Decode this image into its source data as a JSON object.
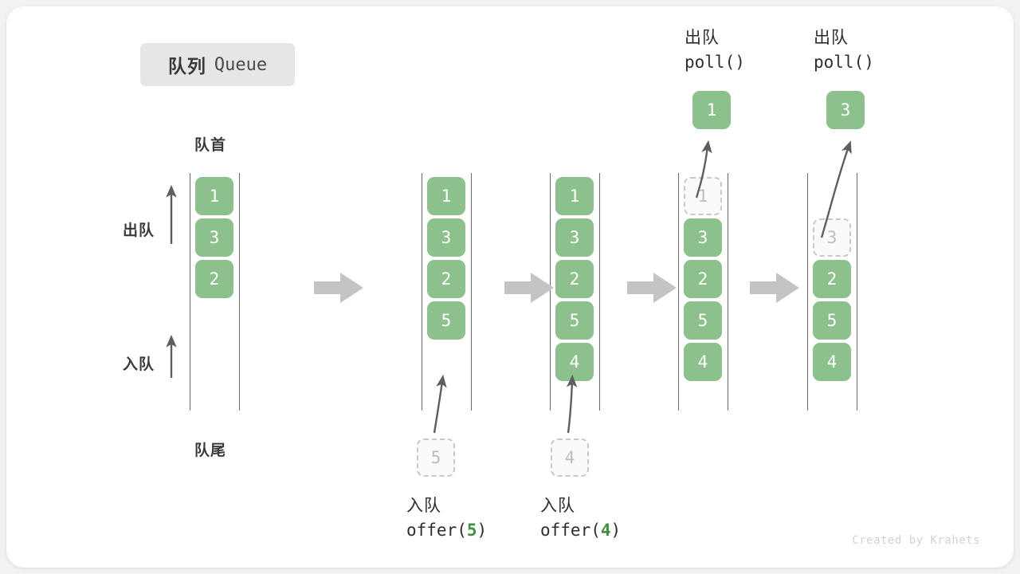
{
  "title": {
    "cn": "队列",
    "en": "Queue"
  },
  "labels": {
    "head": "队首",
    "tail": "队尾",
    "dequeue": "出队",
    "enqueue": "入队"
  },
  "colors": {
    "cell_fill": "#8cc08c",
    "cell_text": "#ffffff",
    "ghost_border": "#c9c9c9",
    "ghost_text": "#bdbdbd",
    "rail": "#6b6b6b",
    "step_arrow": "#c4c4c4",
    "accent_arg": "#3f8f45",
    "badge_bg": "#e6e6e6",
    "card_bg": "#ffffff",
    "page_bg": "#f2f2f2"
  },
  "columns": [
    {
      "id": "state-initial",
      "cells": [
        {
          "value": "1",
          "state": "filled"
        },
        {
          "value": "3",
          "state": "filled"
        },
        {
          "value": "2",
          "state": "filled"
        }
      ]
    },
    {
      "id": "state-after-offer-5",
      "cells": [
        {
          "value": "1",
          "state": "filled"
        },
        {
          "value": "3",
          "state": "filled"
        },
        {
          "value": "2",
          "state": "filled"
        },
        {
          "value": "5",
          "state": "filled"
        }
      ]
    },
    {
      "id": "state-after-offer-4",
      "cells": [
        {
          "value": "1",
          "state": "filled"
        },
        {
          "value": "3",
          "state": "filled"
        },
        {
          "value": "2",
          "state": "filled"
        },
        {
          "value": "5",
          "state": "filled"
        },
        {
          "value": "4",
          "state": "filled"
        }
      ]
    },
    {
      "id": "state-poll-1",
      "cells": [
        {
          "value": "1",
          "state": "ghost"
        },
        {
          "value": "3",
          "state": "filled"
        },
        {
          "value": "2",
          "state": "filled"
        },
        {
          "value": "5",
          "state": "filled"
        },
        {
          "value": "4",
          "state": "filled"
        }
      ]
    },
    {
      "id": "state-poll-3",
      "cells": [
        {
          "value": "",
          "state": "empty"
        },
        {
          "value": "3",
          "state": "ghost"
        },
        {
          "value": "2",
          "state": "filled"
        },
        {
          "value": "5",
          "state": "filled"
        },
        {
          "value": "4",
          "state": "filled"
        }
      ]
    }
  ],
  "operations": {
    "offer_5": {
      "cn": "入队",
      "fn_prefix": "offer(",
      "arg": "5",
      "fn_suffix": ")",
      "ghost_value": "5"
    },
    "offer_4": {
      "cn": "入队",
      "fn_prefix": "offer(",
      "arg": "4",
      "fn_suffix": ")",
      "ghost_value": "4"
    },
    "poll_1": {
      "cn": "出队",
      "fn_prefix": "poll(",
      "arg": "",
      "fn_suffix": ")",
      "result_value": "1"
    },
    "poll_3": {
      "cn": "出队",
      "fn_prefix": "poll(",
      "arg": "",
      "fn_suffix": ")",
      "result_value": "3"
    }
  },
  "watermark": "Created by Krahets"
}
